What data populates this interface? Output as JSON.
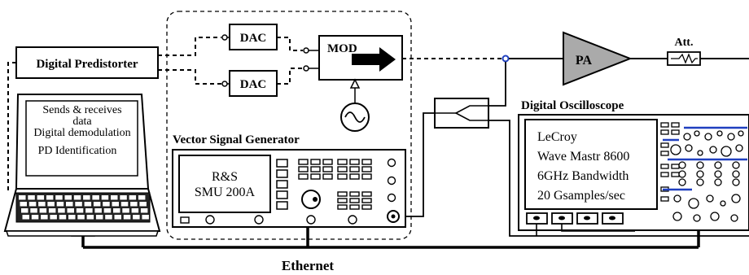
{
  "labels": {
    "digital_predistorter": "Digital Predistorter",
    "dac_top": "DAC",
    "dac_bottom": "DAC",
    "mod": "MOD",
    "pa": "PA",
    "att": "Att.",
    "vector_signal_generator": "Vector Signal Generator",
    "digital_oscilloscope": "Digital Oscilloscope",
    "ethernet": "Ethernet"
  },
  "laptop_screen": {
    "line1": "Sends & receives",
    "line2": "data",
    "line3": "Digital demodulation",
    "line4": "PD Identification"
  },
  "signal_generator_screen": {
    "line1": "R&S",
    "line2": "SMU 200A"
  },
  "oscilloscope_screen": {
    "line1": "LeCroy",
    "line2": "Wave Mastr 8600",
    "line3": "6GHz Bandwidth",
    "line4": "20 Gsamples/sec"
  },
  "colors": {
    "line": "#000000",
    "pa_fill": "#aaaaaa",
    "scope_accent": "#1f3fbf"
  }
}
